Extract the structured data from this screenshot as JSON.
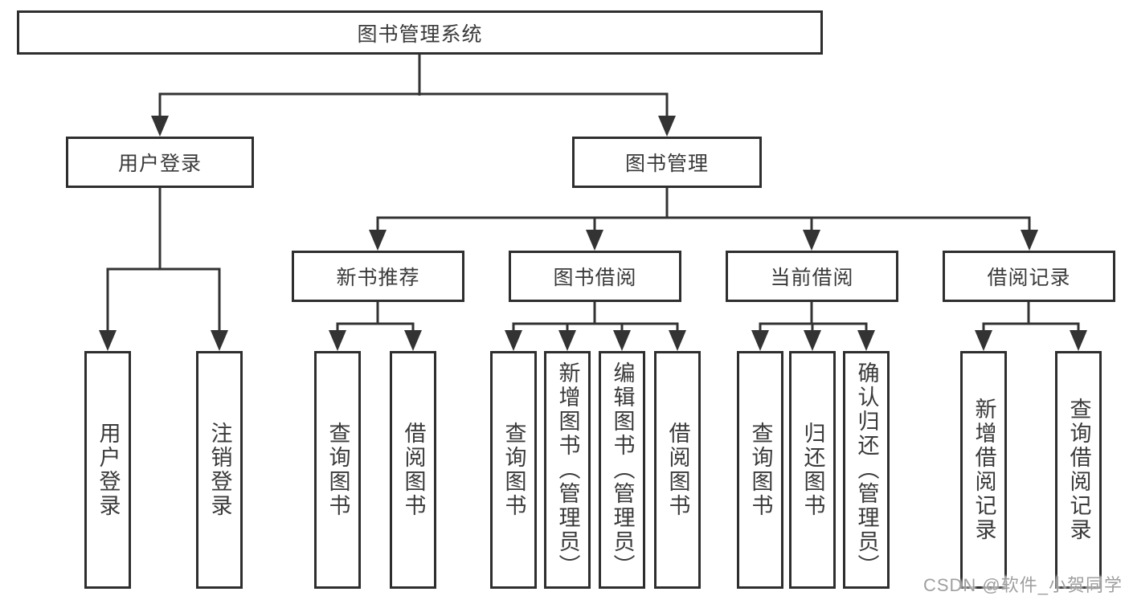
{
  "colors": {
    "line": "#333333",
    "box_border": "#2e2e2e",
    "text": "#3a3a3a",
    "background": "#ffffff",
    "watermark": "#9f9f9f"
  },
  "watermark": {
    "text": "CSDN @软件_小贺同学"
  },
  "diagram": {
    "root": {
      "label": "图书管理系统"
    },
    "children": [
      {
        "label": "用户登录",
        "children": [
          {
            "label": "用户登录"
          },
          {
            "label": "注销登录"
          }
        ]
      },
      {
        "label": "图书管理",
        "children": [
          {
            "label": "新书推荐",
            "children": [
              {
                "label": "查询图书"
              },
              {
                "label": "借阅图书"
              }
            ]
          },
          {
            "label": "图书借阅",
            "children": [
              {
                "label": "查询图书"
              },
              {
                "label": "新增图书（管理员）"
              },
              {
                "label": "编辑图书（管理员）"
              },
              {
                "label": "借阅图书"
              }
            ]
          },
          {
            "label": "当前借阅",
            "children": [
              {
                "label": "查询图书"
              },
              {
                "label": "归还图书"
              },
              {
                "label": "确认归还（管理员）"
              }
            ]
          },
          {
            "label": "借阅记录",
            "children": [
              {
                "label": "新增借阅记录"
              },
              {
                "label": "查询借阅记录"
              }
            ]
          }
        ]
      }
    ]
  }
}
